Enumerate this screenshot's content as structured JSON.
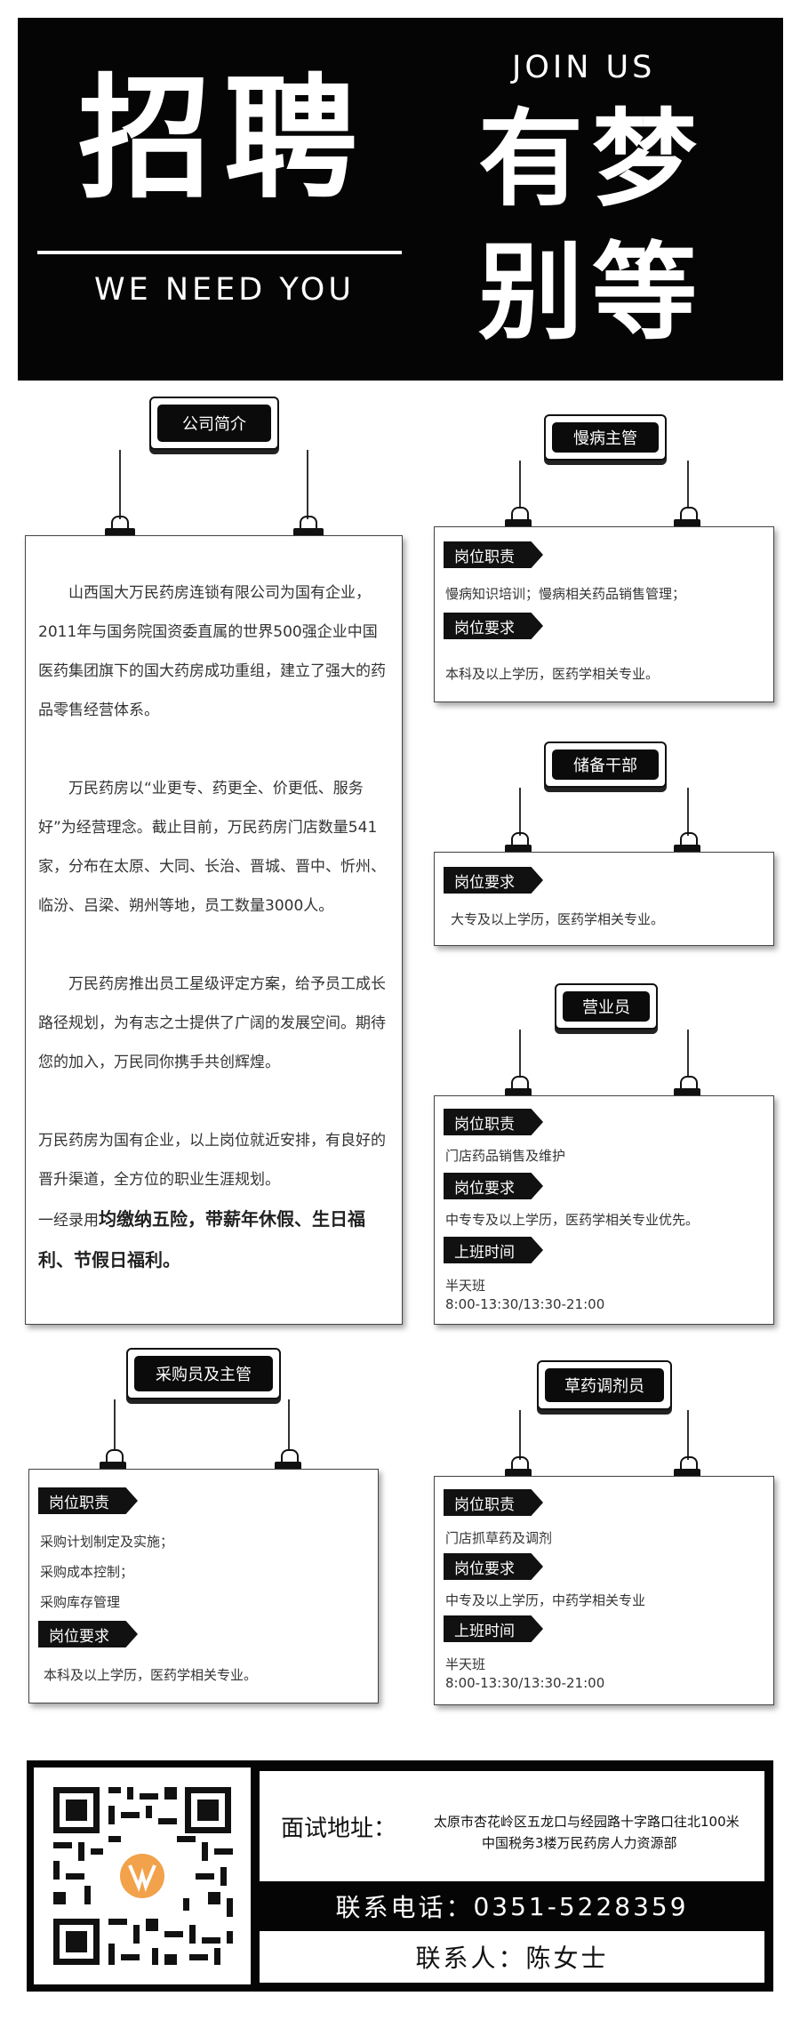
{
  "header": {
    "title_main": "招聘",
    "subtitle_en": "WE NEED YOU",
    "join_en": "JOIN US",
    "slogan_line1": "有梦",
    "slogan_line2": "别等"
  },
  "company_intro": {
    "label": "公司简介",
    "paragraphs": [
      "山西国大万民药房连锁有限公司为国有企业，2011年与国务院国资委直属的世界500强企业中国医药集团旗下的国大药房成功重组，建立了强大的药品零售经营体系。",
      "万民药房以“业更专、药更全、价更低、服务好”为经营理念。截止目前，万民药房门店数量541家，分布在太原、大同、长治、晋城、晋中、忻州、临汾、吕梁、朔州等地，员工数量3000人。",
      "万民药房推出员工星级评定方案，给予员工成长路径规划，为有志之士提供了广阔的发展空间。期待您的加入，万民同你携手共创辉煌。",
      "万民药房为国有企业，以上岗位就近安排，有良好的晋升渠道，全方位的职业生涯规划。"
    ],
    "benefit_prefix": "一经录用",
    "benefit_bold": "均缴纳五险，带薪年休假、生日福利、节假日福利。"
  },
  "labels": {
    "duty": "岗位职责",
    "requirement": "岗位要求",
    "hours": "上班时间"
  },
  "positions": {
    "chronic": {
      "title": "慢病主管",
      "duty": "慢病知识培训；慢病相关药品销售管理；",
      "requirement": "本科及以上学历，医药学相关专业。"
    },
    "reserve": {
      "title": "储备干部",
      "requirement": "大专及以上学历，医药学相关专业。"
    },
    "sales": {
      "title": "营业员",
      "duty": "门店药品销售及维护",
      "requirement": "中专专及以上学历，医药学相关专业优先。",
      "hours_line1": "半天班",
      "hours_line2": "8:00-13:30/13:30-21:00"
    },
    "purchase": {
      "title": "采购员及主管",
      "duty_lines": [
        "采购计划制定及实施；",
        "采购成本控制；",
        "采购库存管理"
      ],
      "requirement": "本科及以上学历，医药学相关专业。"
    },
    "herbal": {
      "title": "草药调剂员",
      "duty": "门店抓草药及调剂",
      "requirement": "中专及以上学历，中药学相关专业",
      "hours_line1": "半天班",
      "hours_line2": "8:00-13:30/13:30-21:00"
    }
  },
  "contact": {
    "address_label": "面试地址：",
    "address_line1": "太原市杏花岭区五龙口与经园路十字路口往北100米",
    "address_line2": "中国税务3楼万民药房人力资源部",
    "phone_label": "联系电话：",
    "phone": "0351-5228359",
    "person_label": "联系人：",
    "person": "陈女士"
  },
  "colors": {
    "primary": "#050505",
    "background": "#ffffff",
    "accent": "#f2a24a"
  }
}
